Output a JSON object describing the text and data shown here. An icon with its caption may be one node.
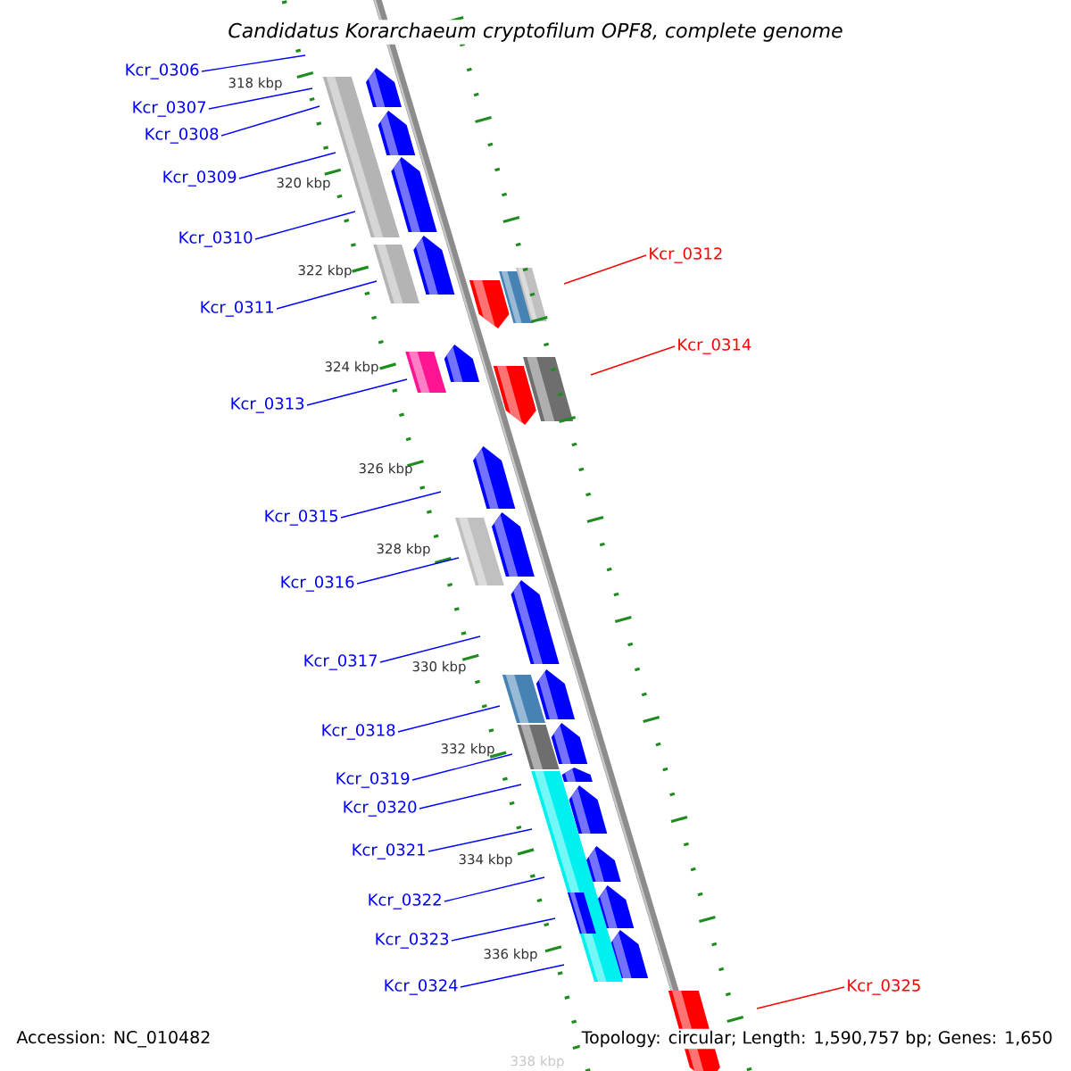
{
  "diagram": {
    "title": "Candidatus Korarchaeum cryptofilum OPF8, complete genome",
    "nodes": [
      {
        "text": [
          "Kcr_0306"
        ]
      },
      {
        "text": [
          "Kcr_0307"
        ]
      },
      {
        "text": [
          "Kcr_0308"
        ]
      },
      {
        "text": [
          "Kcr_0309"
        ]
      },
      {
        "text": [
          "Kcr_0310"
        ]
      },
      {
        "text": [
          "Kcr_0311"
        ]
      },
      {
        "text": [
          "Kcr_0312"
        ]
      },
      {
        "text": [
          "Kcr_0313"
        ]
      },
      {
        "text": [
          "Kcr_0314"
        ]
      },
      {
        "text": [
          "Kcr_0315"
        ]
      },
      {
        "text": [
          "Kcr_0316"
        ]
      },
      {
        "text": [
          "Kcr_0317"
        ]
      },
      {
        "text": [
          "Kcr_0318"
        ]
      },
      {
        "text": [
          "Kcr_0319"
        ]
      },
      {
        "text": [
          "Kcr_0320"
        ]
      },
      {
        "text": [
          "Kcr_0321"
        ]
      },
      {
        "text": [
          "Kcr_0322"
        ]
      },
      {
        "text": [
          "Kcr_0323"
        ]
      },
      {
        "text": [
          "Kcr_0324"
        ]
      },
      {
        "text": [
          "Kcr_0325"
        ]
      }
    ],
    "edges": [
      {
        "from": 0,
        "to": null,
        "arrow": "none"
      },
      {
        "from": 1,
        "to": null,
        "arrow": "none"
      },
      {
        "from": 2,
        "to": null,
        "arrow": "none"
      },
      {
        "from": 3,
        "to": null,
        "arrow": "none"
      },
      {
        "from": 4,
        "to": null,
        "arrow": "none"
      },
      {
        "from": 5,
        "to": null,
        "arrow": "none"
      },
      {
        "from": 6,
        "to": null,
        "arrow": "none",
        "color": "#ff0000"
      },
      {
        "from": 7,
        "to": null,
        "arrow": "none"
      },
      {
        "from": 8,
        "to": null,
        "arrow": "none",
        "color": "#ff0000"
      },
      {
        "from": 9,
        "to": null,
        "arrow": "none"
      },
      {
        "from": 10,
        "to": null,
        "arrow": "none"
      },
      {
        "from": 11,
        "to": null,
        "arrow": "none"
      },
      {
        "from": 12,
        "to": null,
        "arrow": "none"
      },
      {
        "from": 13,
        "to": null,
        "arrow": "none"
      },
      {
        "from": 14,
        "to": null,
        "arrow": "none"
      },
      {
        "from": 15,
        "to": null,
        "arrow": "none"
      },
      {
        "from": 16,
        "to": null,
        "arrow": "none"
      },
      {
        "from": 17,
        "to": null,
        "arrow": "none"
      },
      {
        "from": 18,
        "to": null,
        "arrow": "none"
      },
      {
        "from": 19,
        "to": null,
        "arrow": "none",
        "color": "#ff0000"
      }
    ],
    "labels": [
      "318 kbp",
      "320 kbp",
      "322 kbp",
      "324 kbp",
      "326 kbp",
      "328 kbp",
      "330 kbp",
      "332 kbp",
      "334 kbp",
      "336 kbp",
      "338 kbp",
      "Accession: NC_010482",
      "Topology: circular; Length: 1,590,757 bp; Genes: 1,650"
    ]
  }
}
